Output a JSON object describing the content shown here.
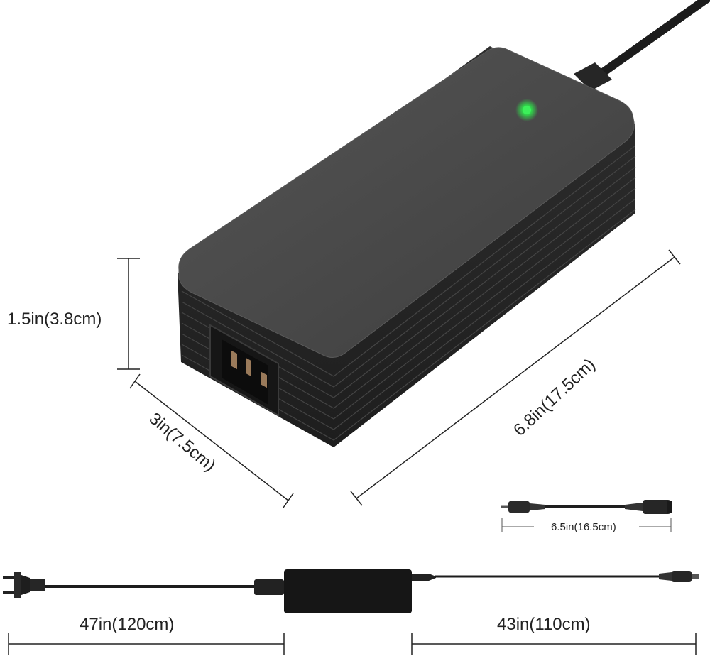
{
  "dimensions": {
    "height": "1.5in(3.8cm)",
    "width": "3in(7.5cm)",
    "length": "6.8in(17.5cm)",
    "extension_cable": "6.5in(16.5cm)",
    "ac_cord": "47in(120cm)",
    "dc_cord": "43in(110cm)"
  },
  "colors": {
    "body": "#2b2b2b",
    "top_face": "#4a4a4a",
    "led": "#2fe04a",
    "line": "#222222"
  }
}
